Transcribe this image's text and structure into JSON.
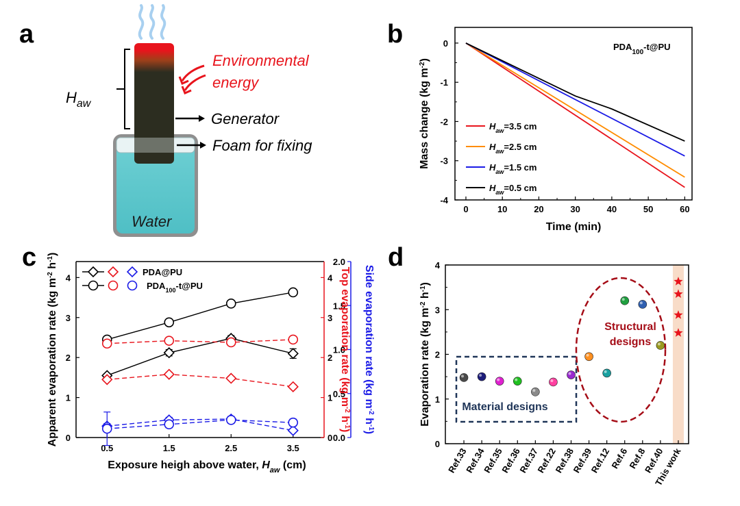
{
  "panels": {
    "a": {
      "label": "a",
      "h_aw": "H",
      "h_aw_sub": "aw",
      "energy_line1": "Environmental",
      "energy_line2": "energy",
      "generator": "Generator",
      "foam": "Foam for fixing",
      "water": "Water"
    },
    "b": {
      "label": "b"
    },
    "c": {
      "label": "c"
    },
    "d": {
      "label": "d"
    }
  },
  "colors": {
    "red": "#e8141c",
    "orange": "#ff8c00",
    "blue": "#1a1ae6",
    "black": "#000000",
    "water": "#5ec7cc",
    "generator": "#2c2d20",
    "darkred": "#a50d17",
    "navy": "#1f3558",
    "band": "#f8dcc8"
  },
  "chart_data": [
    {
      "id": "b",
      "type": "line",
      "annotation": "PDA100-t@PU",
      "annotation_parts": {
        "a": "PDA",
        "b": "100",
        "c": "-t@PU"
      },
      "xlabel": "Time (min)",
      "ylabel_parts": {
        "a": "Mass change (kg m",
        "b": "-2",
        "c": ")"
      },
      "xlim": [
        -3,
        62
      ],
      "ylim": [
        -4,
        0.4
      ],
      "xticks": [
        0,
        10,
        20,
        30,
        40,
        50,
        60
      ],
      "yticks": [
        0,
        -1,
        -2,
        -3,
        -4
      ],
      "legend_position": "lower-left",
      "series": [
        {
          "name": "Haw=3.5 cm",
          "name_parts": {
            "a": "H",
            "b": "aw",
            "c": "=3.5 cm"
          },
          "color": "#e8141c",
          "x": [
            0,
            60
          ],
          "y": [
            0,
            -3.68
          ]
        },
        {
          "name": "Haw=2.5 cm",
          "name_parts": {
            "a": "H",
            "b": "aw",
            "c": "=2.5 cm"
          },
          "color": "#ff8c00",
          "x": [
            0,
            60
          ],
          "y": [
            0,
            -3.42
          ]
        },
        {
          "name": "Haw=1.5 cm",
          "name_parts": {
            "a": "H",
            "b": "aw",
            "c": "=1.5 cm"
          },
          "color": "#1a1ae6",
          "x": [
            0,
            60
          ],
          "y": [
            0,
            -2.88
          ]
        },
        {
          "name": "Haw=0.5 cm",
          "name_parts": {
            "a": "H",
            "b": "aw",
            "c": "=0.5 cm"
          },
          "color": "#000000",
          "x": [
            0,
            30,
            40,
            60
          ],
          "y": [
            0,
            -1.35,
            -1.68,
            -2.5
          ]
        }
      ]
    },
    {
      "id": "c",
      "type": "line",
      "xlabel": "Exposure heigh above water, Haw (cm)",
      "xlabel_parts": {
        "a": "Exposure heigh above water, ",
        "b": "H",
        "c": "aw",
        "d": " (cm)"
      },
      "ylabel_left_parts": {
        "a": "Apparent evaporation rate (kg m",
        "b": "-2",
        "c": " h",
        "d": "-1",
        "e": ")"
      },
      "ylabel_right1_parts": {
        "a": "Top evaporation rate (kg m",
        "b": "-2",
        "c": " h",
        "d": "-1",
        "e": ")"
      },
      "ylabel_right2_parts": {
        "a": "Side evaporation rate (kg m",
        "b": "-2",
        "c": " h",
        "d": "-1",
        "e": ")"
      },
      "categories": [
        "0.5",
        "1.5",
        "2.5",
        "3.5"
      ],
      "x": [
        0.5,
        1.5,
        2.5,
        3.5
      ],
      "xlim": [
        0,
        4
      ],
      "ylim_left": [
        0,
        4.4
      ],
      "ylim_top": [
        0,
        4.4
      ],
      "ylim_side": [
        0,
        2.0
      ],
      "yticks_left": [
        0,
        1,
        2,
        3,
        4
      ],
      "yticks_top": [
        0,
        1,
        2,
        3,
        4
      ],
      "yticks_side": [
        "0.0",
        "0.5",
        "1.0",
        "1.5",
        "2.0"
      ],
      "legend": {
        "position": "top-left",
        "row1": "PDA@PU",
        "row2_parts": {
          "a": "PDA",
          "b": "100",
          "c": "-t@PU"
        }
      },
      "series": [
        {
          "group": "PDA@PU",
          "kind": "apparent",
          "axis": "left",
          "marker": "diamond",
          "color": "#000000",
          "dash": false,
          "y": [
            1.55,
            2.12,
            2.48,
            2.1
          ],
          "err": [
            0.05,
            0.08,
            0.07,
            0.12
          ]
        },
        {
          "group": "PDA100-t@PU",
          "kind": "apparent",
          "axis": "left",
          "marker": "circle",
          "color": "#000000",
          "dash": false,
          "y": [
            2.45,
            2.88,
            3.35,
            3.63
          ],
          "err": [
            0.06,
            0.07,
            0.07,
            0.06
          ]
        },
        {
          "group": "PDA@PU",
          "kind": "top",
          "axis": "top",
          "marker": "diamond",
          "color": "#e8141c",
          "dash": true,
          "y": [
            1.45,
            1.58,
            1.48,
            1.27
          ],
          "err": [
            0.05,
            0.05,
            0.05,
            0.05
          ]
        },
        {
          "group": "PDA100-t@PU",
          "kind": "top",
          "axis": "top",
          "marker": "circle",
          "color": "#e8141c",
          "dash": true,
          "y": [
            2.35,
            2.42,
            2.38,
            2.45
          ],
          "err": [
            0.06,
            0.06,
            0.08,
            0.05
          ]
        },
        {
          "group": "PDA@PU",
          "kind": "side",
          "axis": "side",
          "marker": "diamond",
          "color": "#1a1ae6",
          "dash": true,
          "y": [
            0.13,
            0.2,
            0.21,
            0.08
          ],
          "err": [
            0.03,
            0.03,
            0.03,
            0.02
          ]
        },
        {
          "group": "PDA100-t@PU",
          "kind": "side",
          "axis": "side",
          "marker": "circle",
          "color": "#1a1ae6",
          "dash": true,
          "y": [
            0.1,
            0.15,
            0.2,
            0.17
          ],
          "err": [
            0.19,
            0.04,
            0.04,
            0.04
          ]
        }
      ]
    },
    {
      "id": "d",
      "type": "scatter",
      "ylabel_parts": {
        "a": "Evaporation rate (kg m",
        "b": "-2",
        "c": " h",
        "d": "-1",
        "e": ")"
      },
      "ylim": [
        0,
        4
      ],
      "yticks": [
        0,
        1,
        2,
        3,
        4
      ],
      "categories": [
        "Ref.33",
        "Ref.34",
        "Ref.35",
        "Ref.36",
        "Ref.37",
        "Ref.22",
        "Ref.38",
        "Ref.39",
        "Ref.12",
        "Ref.6",
        "Ref.8",
        "Ref.40",
        "This work"
      ],
      "points": [
        {
          "category": "Ref.33",
          "value": 1.48,
          "color": "#4a4a4a"
        },
        {
          "category": "Ref.34",
          "value": 1.5,
          "color": "#1c1c7a"
        },
        {
          "category": "Ref.35",
          "value": 1.4,
          "color": "#e020d0"
        },
        {
          "category": "Ref.36",
          "value": 1.4,
          "color": "#20c020"
        },
        {
          "category": "Ref.37",
          "value": 1.16,
          "color": "#8a8a8a"
        },
        {
          "category": "Ref.22",
          "value": 1.38,
          "color": "#ff40a0"
        },
        {
          "category": "Ref.38",
          "value": 1.54,
          "color": "#9a2ad0"
        },
        {
          "category": "Ref.39",
          "value": 1.95,
          "color": "#ff9020"
        },
        {
          "category": "Ref.12",
          "value": 1.58,
          "color": "#1aa0a0"
        },
        {
          "category": "Ref.6",
          "value": 3.2,
          "color": "#20a040"
        },
        {
          "category": "Ref.8",
          "value": 3.12,
          "color": "#3060b0"
        },
        {
          "category": "Ref.40",
          "value": 2.2,
          "color": "#9a9a20"
        }
      ],
      "this_work": {
        "category": "This work",
        "values": [
          3.63,
          3.35,
          2.88,
          2.48
        ],
        "color": "#e8141c"
      },
      "group_labels": {
        "material": "Material designs",
        "structural_line1": "Structural",
        "structural_line2": "designs"
      }
    }
  ]
}
